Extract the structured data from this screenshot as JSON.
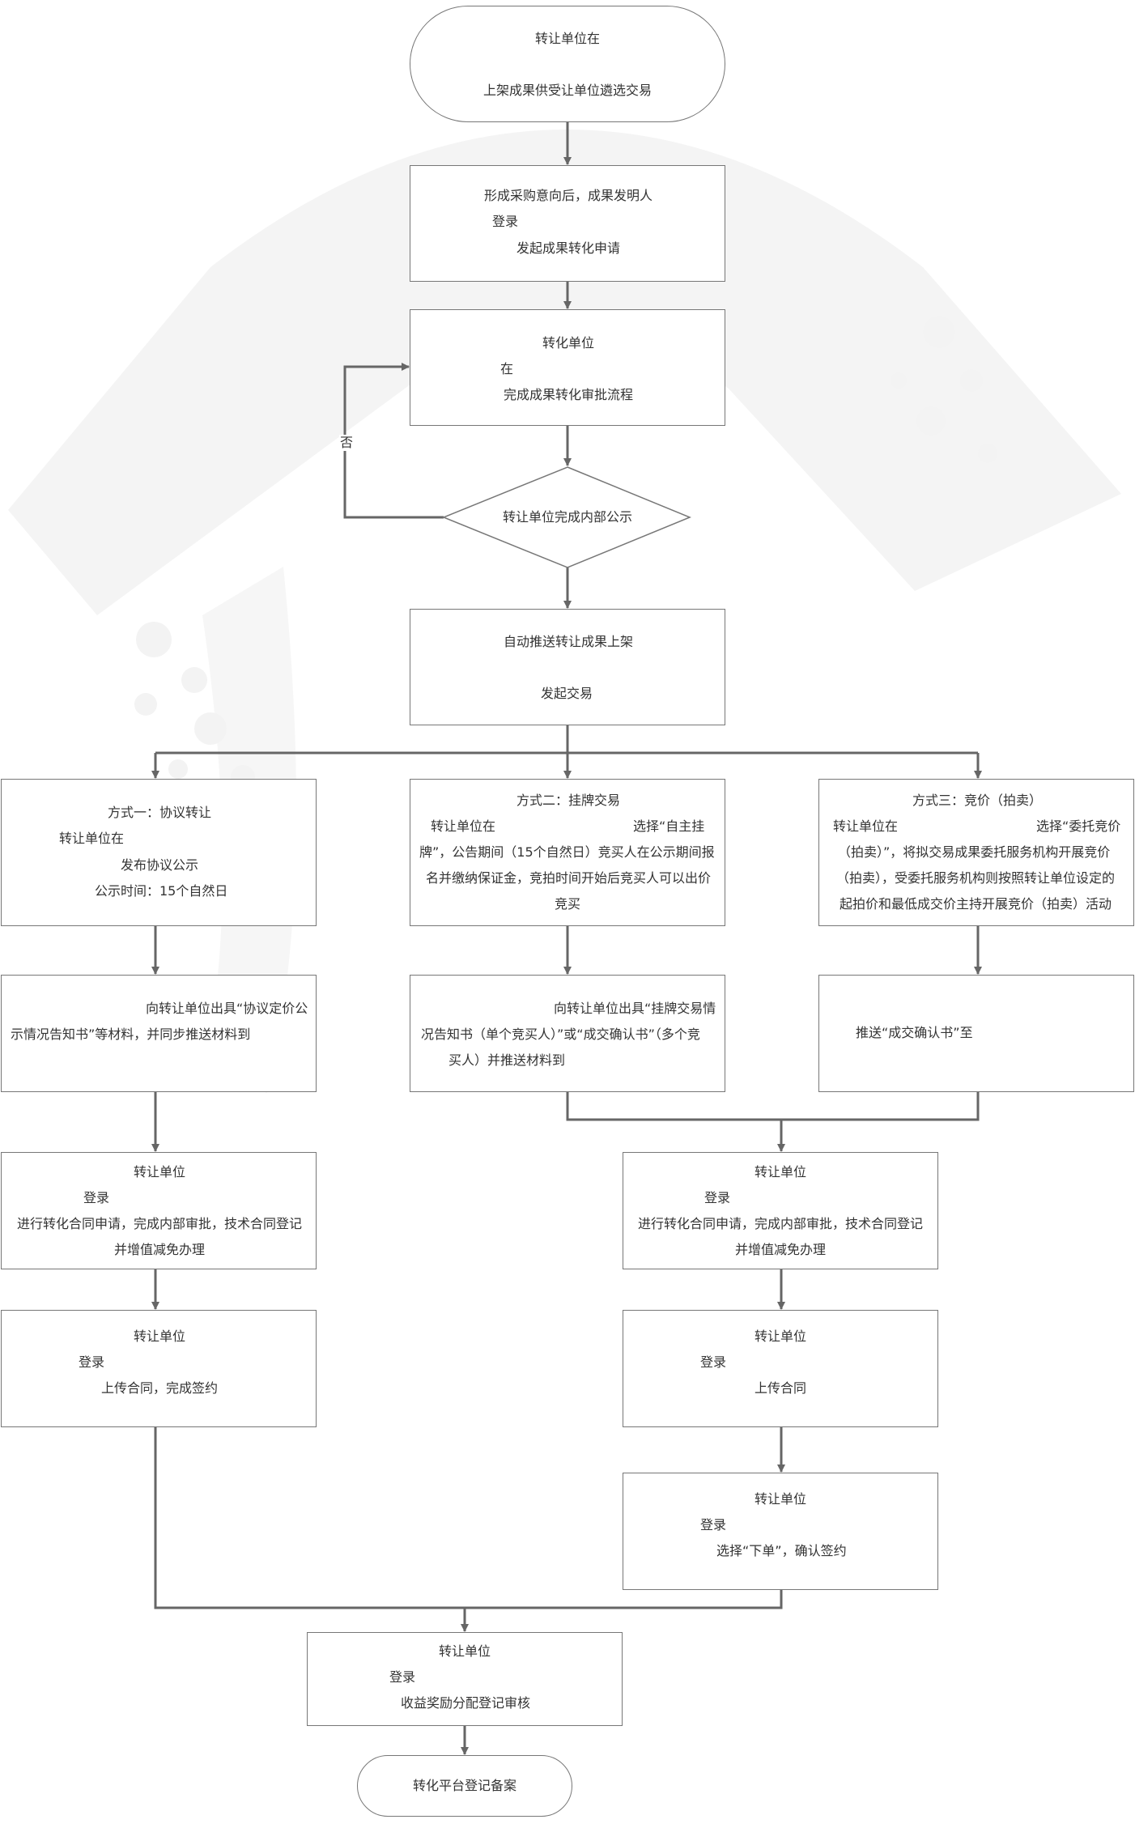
{
  "nodes": {
    "start": {
      "lines": [
        "转让单位在",
        "上架成果供受让单位遴选交易"
      ]
    },
    "initiate": {
      "lines": [
        "形成采购意向后，成果发明人",
        "登录",
        "发起成果转化申请"
      ]
    },
    "approve": {
      "lines": [
        "转化单位",
        "在",
        "完成成果转化审批流程"
      ]
    },
    "decision": {
      "label": "转让单位完成内部公示",
      "no_label": "否"
    },
    "auto_push": {
      "lines": [
        "自动推送转让成果上架",
        "发起交易"
      ]
    },
    "method1": {
      "lines": [
        "方式一：协议转让",
        "转让单位在",
        "发布协议公示",
        "公示时间：15个自然日"
      ]
    },
    "method2": {
      "lines": [
        "方式二：挂牌交易",
        "转让单位在",
        "选择“自主挂",
        "牌”，公告期间（15个自然日）竞买人在公示期间报",
        "名并缴纳保证金，竞拍时间开始后竞买人可以出价",
        "竞买"
      ]
    },
    "method3": {
      "lines": [
        "方式三：竞价（拍卖）",
        "转让单位在",
        "选择“委托竞价",
        "（拍卖）”，将拟交易成果委托服务机构开展竞价",
        "（拍卖），受委托服务机构则按照转让单位设定的",
        "起拍价和最低成交价主持开展竞价（拍卖）活动"
      ]
    },
    "notice1": {
      "lines": [
        "向转让单位出具“协议定价公",
        "示情况告知书”等材料，并同步推送材料到"
      ]
    },
    "notice2": {
      "lines": [
        "向转让单位出具“挂牌交易情",
        "况告知书（单个竞买人）”或“成交确认书”（多个竞",
        "买人）并推送材料到"
      ]
    },
    "notice3": {
      "lines": [
        "推送“成交确认书”至"
      ]
    },
    "contract_left": {
      "lines": [
        "转让单位",
        "登录",
        "进行转化合同申请，完成内部审批，技术合同登记",
        "并增值减免办理"
      ]
    },
    "contract_right": {
      "lines": [
        "转让单位",
        "登录",
        "进行转化合同申请，完成内部审批，技术合同登记",
        "并增值减免办理"
      ]
    },
    "sign_left": {
      "lines": [
        "转让单位",
        "登录",
        "上传合同，完成签约"
      ]
    },
    "upload_right": {
      "lines": [
        "转让单位",
        "登录",
        "上传合同"
      ]
    },
    "order_right": {
      "lines": [
        "转让单位",
        "登录",
        "选择“下单”，确认签约"
      ]
    },
    "reward": {
      "lines": [
        "转让单位",
        "登录",
        "收益奖励分配登记审核"
      ]
    },
    "end": {
      "lines": [
        "转化平台登记备案"
      ]
    }
  },
  "colors": {
    "edge": "#666666",
    "border": "#777777",
    "text": "#333333",
    "watermark": "#f3f3f3"
  }
}
